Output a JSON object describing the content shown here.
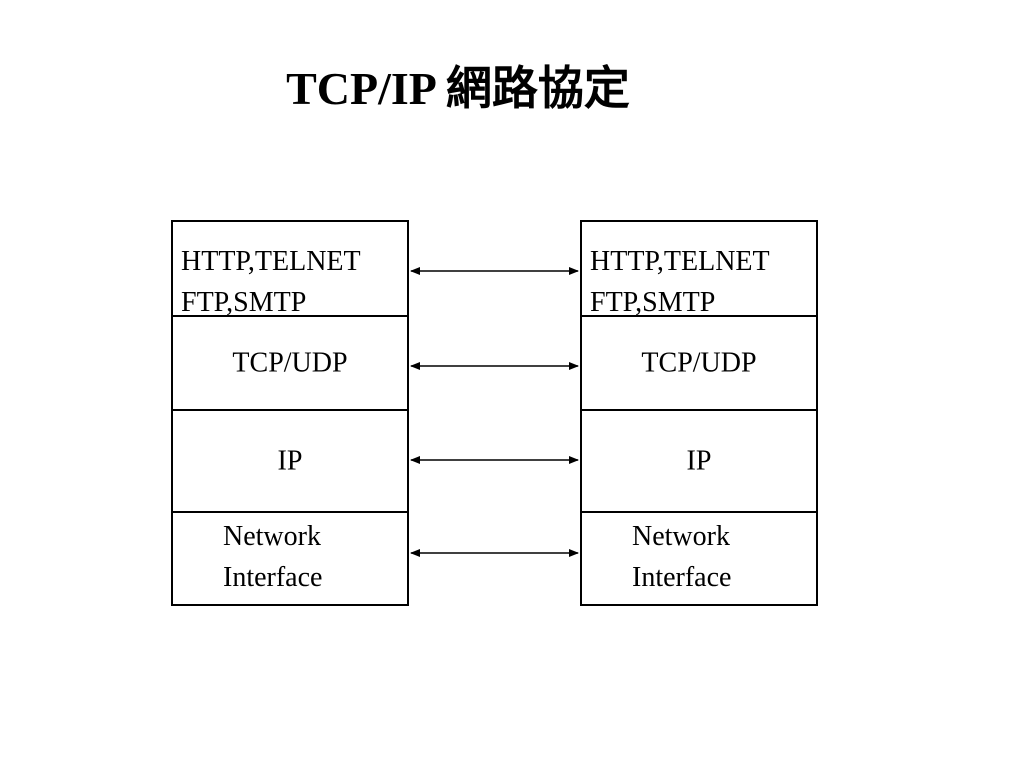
{
  "title": "TCP/IP 網路協定",
  "stacks": [
    {
      "layers": [
        {
          "lines": [
            "HTTP,TELNET",
            "FTP,SMTP"
          ]
        },
        {
          "lines": [
            "TCP/UDP"
          ]
        },
        {
          "lines": [
            "IP"
          ]
        },
        {
          "lines": [
            "Network",
            "Interface"
          ]
        }
      ]
    },
    {
      "layers": [
        {
          "lines": [
            "HTTP,TELNET",
            "FTP,SMTP"
          ]
        },
        {
          "lines": [
            "TCP/UDP"
          ]
        },
        {
          "lines": [
            "IP"
          ]
        },
        {
          "lines": [
            "Network",
            "Interface"
          ]
        }
      ]
    }
  ],
  "arrows": [
    "application",
    "transport",
    "internet",
    "network-interface"
  ],
  "colors": {
    "stroke": "#000000",
    "background": "#ffffff"
  }
}
